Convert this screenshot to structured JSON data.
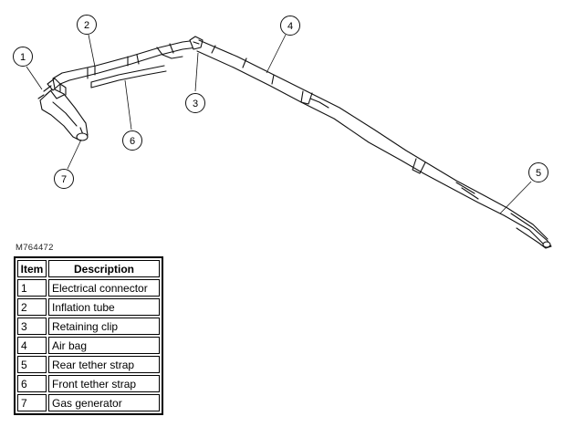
{
  "figure_id": "M764472",
  "callouts": [
    "1",
    "2",
    "3",
    "4",
    "5",
    "6",
    "7"
  ],
  "legend": {
    "headers": {
      "item": "Item",
      "description": "Description"
    },
    "rows": [
      {
        "item": "1",
        "description": "Electrical connector"
      },
      {
        "item": "2",
        "description": "Inflation tube"
      },
      {
        "item": "3",
        "description": "Retaining clip"
      },
      {
        "item": "4",
        "description": "Air bag"
      },
      {
        "item": "5",
        "description": "Rear tether strap"
      },
      {
        "item": "6",
        "description": "Front tether strap"
      },
      {
        "item": "7",
        "description": "Gas generator"
      }
    ]
  }
}
